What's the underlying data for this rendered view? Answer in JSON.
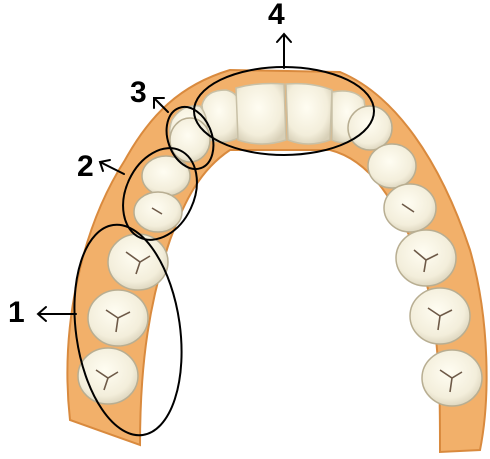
{
  "colors": {
    "gum": "#f0ad64",
    "gum_dark": "#d98a3e",
    "tooth": "#f7f3e2",
    "tooth_shadow": "#d9d3bd",
    "outline": "#000000"
  },
  "labels": [
    {
      "id": "1",
      "text": "1"
    },
    {
      "id": "2",
      "text": "2"
    },
    {
      "id": "3",
      "text": "3"
    },
    {
      "id": "4",
      "text": "4"
    }
  ]
}
